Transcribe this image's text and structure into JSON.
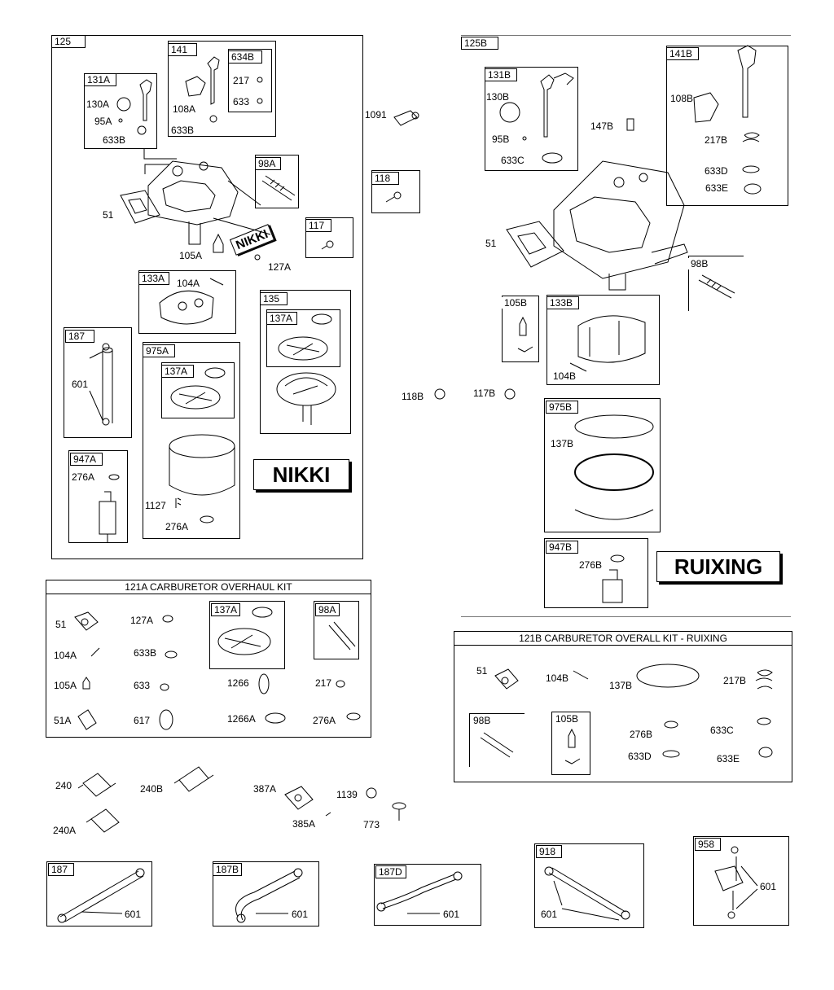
{
  "boxes": {
    "b125": "125",
    "b141": "141",
    "b634B": "634B",
    "b131A": "131A",
    "b98A": "98A",
    "b117": "117",
    "b133A": "133A",
    "b135": "135",
    "b137A_135": "137A",
    "b187a": "187",
    "b975A": "975A",
    "b137A_975": "137A",
    "b947A": "947A",
    "b118": "118",
    "b125B": "125B",
    "b131B": "131B",
    "b141B": "141B",
    "b98B": "98B",
    "b105B": "105B",
    "b133B": "133B",
    "b975B": "975B",
    "b947B": "947B",
    "b137A_kit": "137A",
    "b98A_kit": "98A",
    "b98B_kit": "98B",
    "b105B_kit": "105B",
    "b187": "187",
    "b187B": "187B",
    "b187D": "187D",
    "b918": "918",
    "b958": "958"
  },
  "kits": {
    "kit121A": "121A CARBURETOR OVERHAUL KIT",
    "kit121B": "121B CARBURETOR OVERALL KIT - RUIXING"
  },
  "brands": {
    "nikki_small": "NIKKI",
    "nikki": "NIKKI",
    "ruixing": "RUIXING"
  },
  "labels": {
    "l141_217": "217",
    "l141_633": "633",
    "l141_108A": "108A",
    "l141_633B": "633B",
    "l131A_130A": "130A",
    "l131A_95A": "95A",
    "l131A_633B": "633B",
    "l51a": "51",
    "l105A": "105A",
    "l127A": "127A",
    "l104A": "104A",
    "l601a": "601",
    "l1127": "1127",
    "l276A": "276A",
    "l276A_947": "276A",
    "l1091": "1091",
    "l130B": "130B",
    "l95B": "95B",
    "l633C": "633C",
    "l147B": "147B",
    "l108B": "108B",
    "l217B": "217B",
    "l633D": "633D",
    "l633E": "633E",
    "l51b": "51",
    "l104B": "104B",
    "l118B": "118B",
    "l117B": "117B",
    "l137B": "137B",
    "l276B": "276B",
    "k_51": "51",
    "k_127A": "127A",
    "k_104A": "104A",
    "k_633B": "633B",
    "k_105A": "105A",
    "k_633": "633",
    "k_1266": "1266",
    "k_217": "217",
    "k_51A": "51A",
    "k_617": "617",
    "k_1266A": "1266A",
    "k_276A": "276A",
    "r_51": "51",
    "r_104B": "104B",
    "r_137B": "137B",
    "r_217B": "217B",
    "r_276B": "276B",
    "r_633C": "633C",
    "r_633D": "633D",
    "r_633E": "633E",
    "m_240": "240",
    "m_240B": "240B",
    "m_387A": "387A",
    "m_1139": "1139",
    "m_240A": "240A",
    "m_385A": "385A",
    "m_773": "773",
    "p_601_187": "601",
    "p_601_187B": "601",
    "p_601_187D": "601",
    "p_601_918": "601",
    "p_601_958": "601"
  }
}
